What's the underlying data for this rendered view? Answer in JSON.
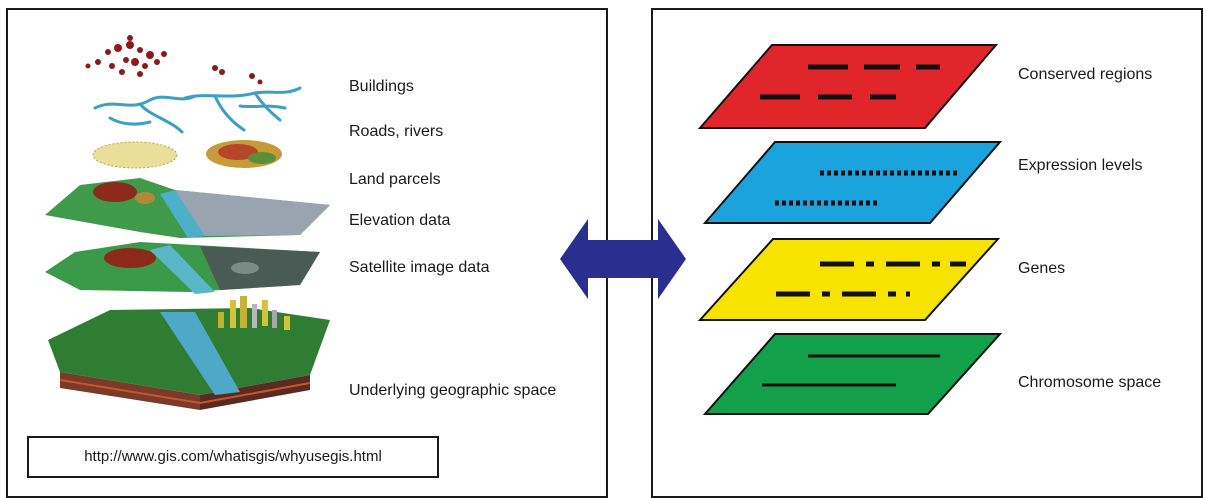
{
  "gis": {
    "layers": [
      "Buildings",
      "Roads, rivers",
      "Land parcels",
      "Elevation data",
      "Satellite image data",
      "Underlying geographic space"
    ],
    "url": "http://www.gis.com/whatisgis/whyusegis.html"
  },
  "genome": {
    "layers": [
      {
        "label": "Conserved regions",
        "color": "#e0252b",
        "pattern": "long-dash"
      },
      {
        "label": "Expression levels",
        "color": "#1ba3dd",
        "pattern": "dotted"
      },
      {
        "label": "Genes",
        "color": "#f7e300",
        "pattern": "dash-dot"
      },
      {
        "label": "Chromosome space",
        "color": "#12a14a",
        "pattern": "solid"
      }
    ]
  },
  "connector": {
    "color": "#2a2e8f",
    "icon": "double-arrow-icon"
  }
}
